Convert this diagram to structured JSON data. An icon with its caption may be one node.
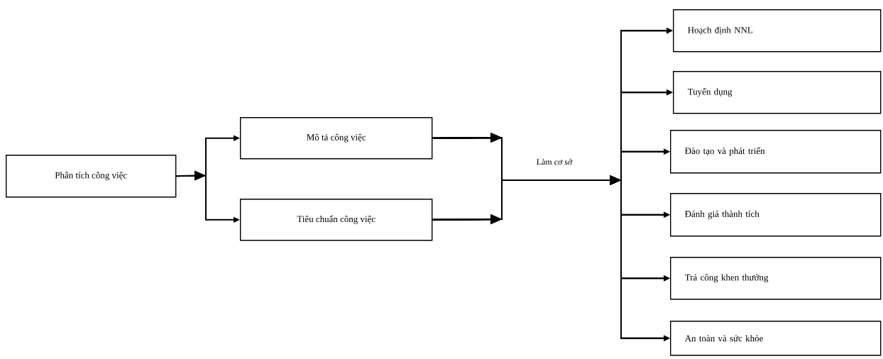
{
  "diagram": {
    "nodes": [
      {
        "text": [
          "Phân tích công việc"
        ]
      },
      {
        "text": [
          "Mô tả công việc"
        ]
      },
      {
        "text": [
          "Tiêu chuẩn công việc"
        ]
      },
      {
        "text": [
          "Hoạch định NNL"
        ]
      },
      {
        "text": [
          "Tuyển dụng"
        ]
      },
      {
        "text": [
          "Đào tạo và phát triển"
        ]
      },
      {
        "text": [
          "Đánh giá thành tích"
        ]
      },
      {
        "text": [
          "Trả công khen thưởng"
        ]
      },
      {
        "text": [
          "An toàn và sức khỏe"
        ]
      }
    ],
    "edges": [
      {
        "from": 0,
        "to": 1,
        "arrow": "to"
      },
      {
        "from": 0,
        "to": 2,
        "arrow": "to"
      },
      {
        "from": 1,
        "to": 3,
        "arrow": "to",
        "label": "Làm cơ sở"
      },
      {
        "from": 1,
        "to": 4,
        "arrow": "to"
      },
      {
        "from": 1,
        "to": 5,
        "arrow": "to"
      },
      {
        "from": 1,
        "to": 6,
        "arrow": "to"
      },
      {
        "from": 1,
        "to": 7,
        "arrow": "to"
      },
      {
        "from": 1,
        "to": 8,
        "arrow": "to"
      },
      {
        "from": 2,
        "to": 3,
        "arrow": "to"
      },
      {
        "from": 2,
        "to": 4,
        "arrow": "to"
      },
      {
        "from": 2,
        "to": 5,
        "arrow": "to"
      },
      {
        "from": 2,
        "to": 6,
        "arrow": "to"
      },
      {
        "from": 2,
        "to": 7,
        "arrow": "to"
      },
      {
        "from": 2,
        "to": 8,
        "arrow": "to"
      }
    ]
  }
}
